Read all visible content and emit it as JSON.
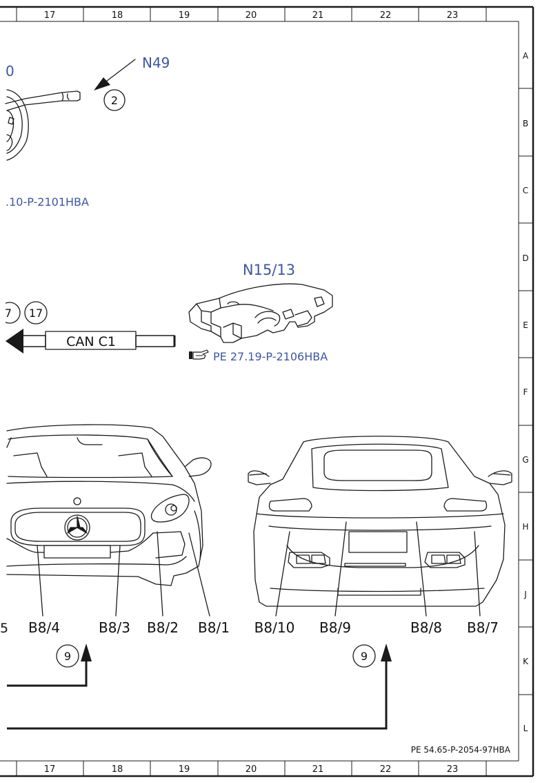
{
  "frame": {
    "columns": [
      "17",
      "18",
      "19",
      "20",
      "21",
      "22",
      "23"
    ],
    "rows": [
      "A",
      "B",
      "C",
      "D",
      "E",
      "F",
      "G",
      "H",
      "J",
      "K",
      "L"
    ]
  },
  "components": {
    "n49": {
      "label": "N49",
      "ref": "2"
    },
    "partial_label": "0",
    "ref_n49": ".10-P-2101HBA",
    "n15_13": {
      "label": "N15/13",
      "ref": "PE 27.19-P-2106HBA"
    },
    "can_bus": "CAN C1",
    "circles_top": [
      "7",
      "17"
    ]
  },
  "front_sensors": {
    "partial": "5",
    "labels": [
      "B8/4",
      "B8/3",
      "B8/2",
      "B8/1"
    ],
    "circle": "9"
  },
  "rear_sensors": {
    "labels": [
      "B8/10",
      "B8/9",
      "B8/8",
      "B8/7"
    ],
    "circle": "9"
  },
  "footer_ref": "PE 54.65-P-2054-97HBA",
  "icons": [
    "pointing-hand-icon",
    "arrow-left-icon",
    "arrow-up-icon"
  ]
}
